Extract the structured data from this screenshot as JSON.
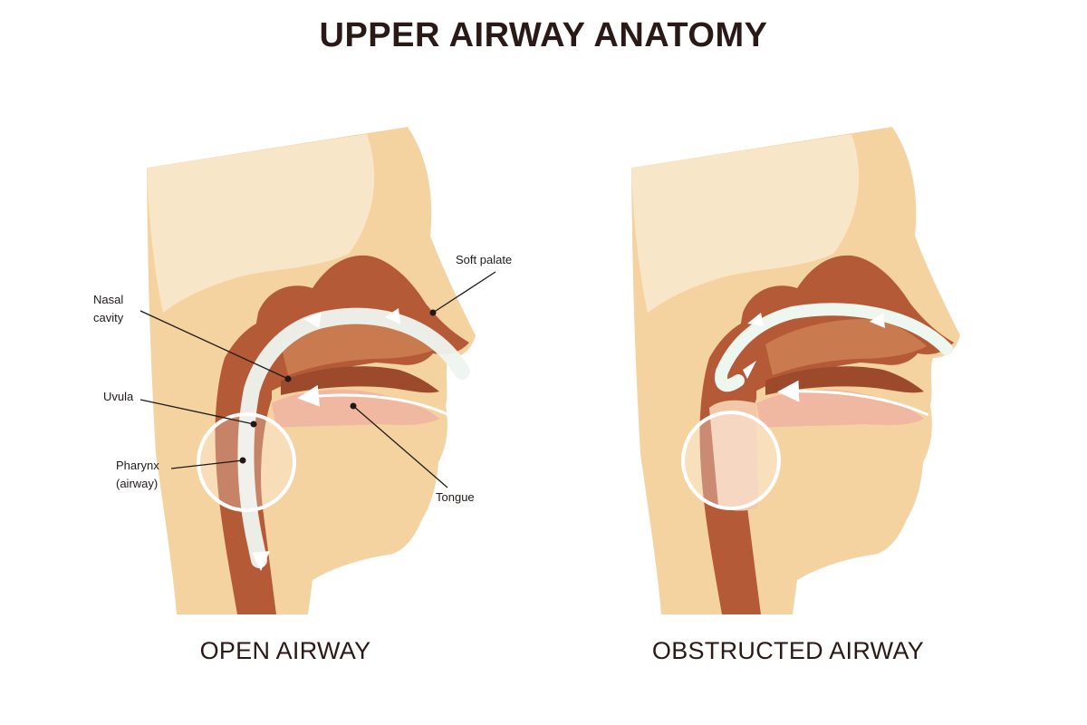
{
  "title": "UPPER AIRWAY ANATOMY",
  "panels": {
    "left": {
      "caption": "OPEN AIRWAY"
    },
    "right": {
      "caption": "OBSTRUCTED AIRWAY"
    }
  },
  "labels": {
    "soft_palate": "Soft palate",
    "nasal_line1": "Nasal",
    "nasal_line2": "cavity",
    "uvula": "Uvula",
    "pharynx_line1": "Pharynx",
    "pharynx_line2": "(airway)",
    "tongue": "Tongue"
  },
  "colors": {
    "skin_light": "#f7e4c6",
    "skin": "#f5d3a1",
    "tissue_dark": "#b55a36",
    "tissue_mid": "#c97a4f",
    "airflow": "#eef6f0"
  },
  "icons": [
    "open-airflow-arrow-icon",
    "blocked-airflow-arrow-icon",
    "airway-magnifier-circle-icon"
  ]
}
